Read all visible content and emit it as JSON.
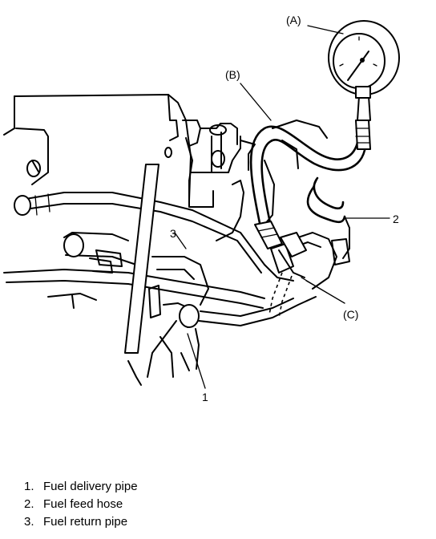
{
  "callouts": {
    "a": "(A)",
    "b": "(B)",
    "c": "(C)",
    "n1": "1",
    "n2": "2",
    "n3": "3"
  },
  "legend": [
    {
      "num": "1.",
      "text": "Fuel delivery pipe"
    },
    {
      "num": "2.",
      "text": "Fuel feed hose"
    },
    {
      "num": "3.",
      "text": "Fuel return pipe"
    }
  ]
}
